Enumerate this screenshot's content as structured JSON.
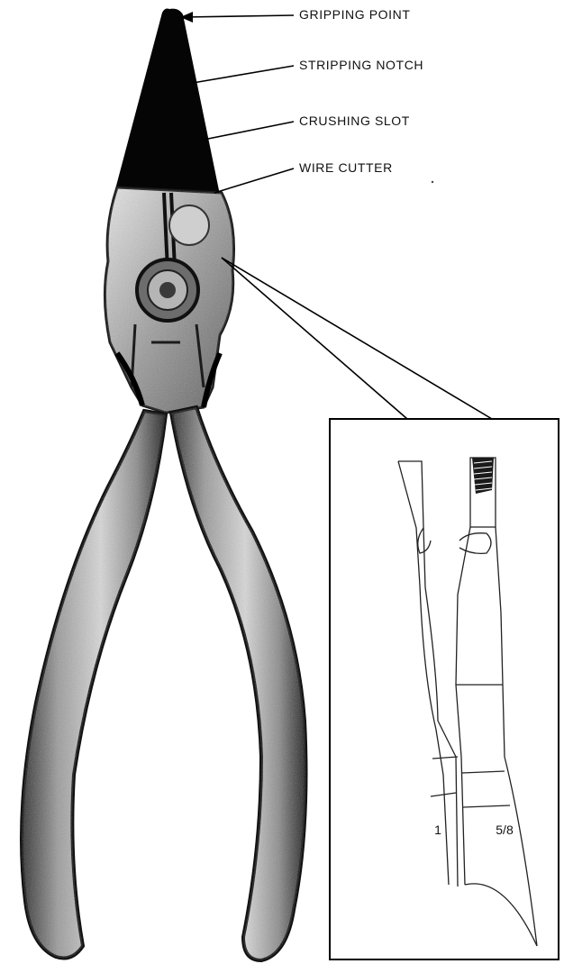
{
  "callouts": {
    "gripping_point": "GRIPPING POINT",
    "stripping_notch": "STRIPPING NOTCH",
    "crushing_slot": "CRUSHING SLOT",
    "wire_cutter": "WIRE CUTTER"
  },
  "detail": {
    "left_jaw_dimension": "1",
    "right_jaw_dimension": "5/8"
  }
}
